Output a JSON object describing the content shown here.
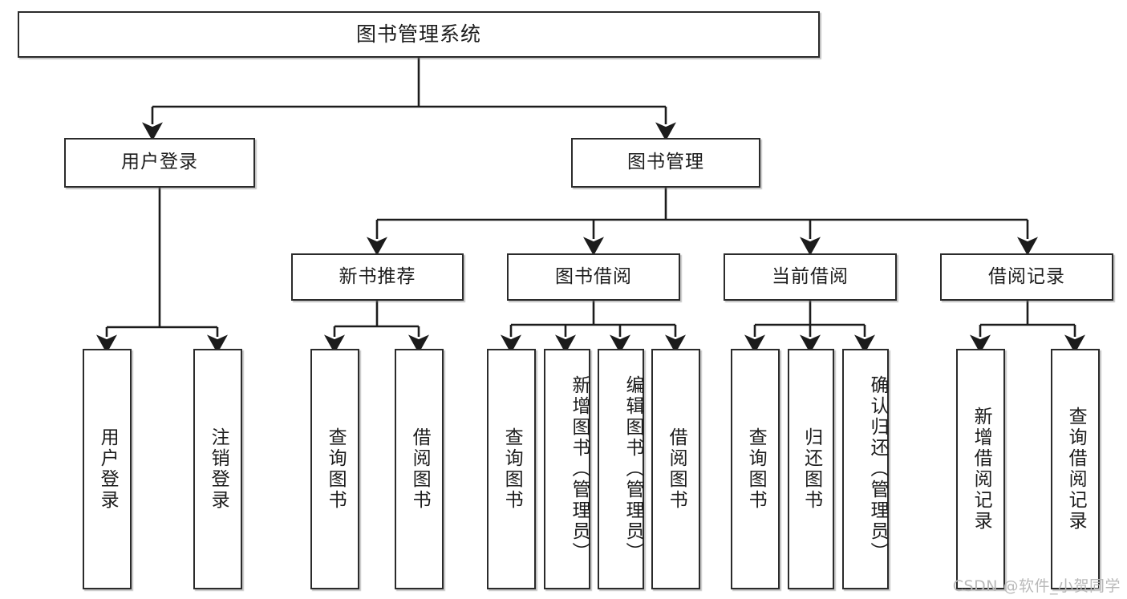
{
  "diagram": {
    "title": "图书管理系统",
    "type": "tree-hierarchy",
    "orientation": "top-down",
    "colors": {
      "box_border": "#2b2b2b",
      "box_fill": "#ffffff",
      "edge": "#1c1c1c",
      "watermark": "#b9b9b9",
      "background": "#ffffff"
    },
    "root": {
      "label": "图书管理系统"
    },
    "level2": [
      {
        "label": "用户登录"
      },
      {
        "label": "图书管理"
      }
    ],
    "level3": [
      {
        "label": "新书推荐"
      },
      {
        "label": "图书借阅"
      },
      {
        "label": "当前借阅"
      },
      {
        "label": "借阅记录"
      }
    ],
    "leaves": {
      "user_login": [
        {
          "label": "用户登录"
        },
        {
          "label": "注销登录"
        }
      ],
      "new_book_recommend": [
        {
          "label": "查询图书"
        },
        {
          "label": "借阅图书"
        }
      ],
      "book_borrow": [
        {
          "label": "查询图书"
        },
        {
          "label": "新增图书（管理员）"
        },
        {
          "label": "编辑图书（管理员）"
        },
        {
          "label": "借阅图书"
        }
      ],
      "current_borrow": [
        {
          "label": "查询图书"
        },
        {
          "label": "归还图书"
        },
        {
          "label": "确认归还（管理员）"
        }
      ],
      "borrow_record": [
        {
          "label": "新增借阅记录"
        },
        {
          "label": "查询借阅记录"
        }
      ]
    }
  },
  "watermark": {
    "text": "CSDN @软件_小贺同学"
  }
}
